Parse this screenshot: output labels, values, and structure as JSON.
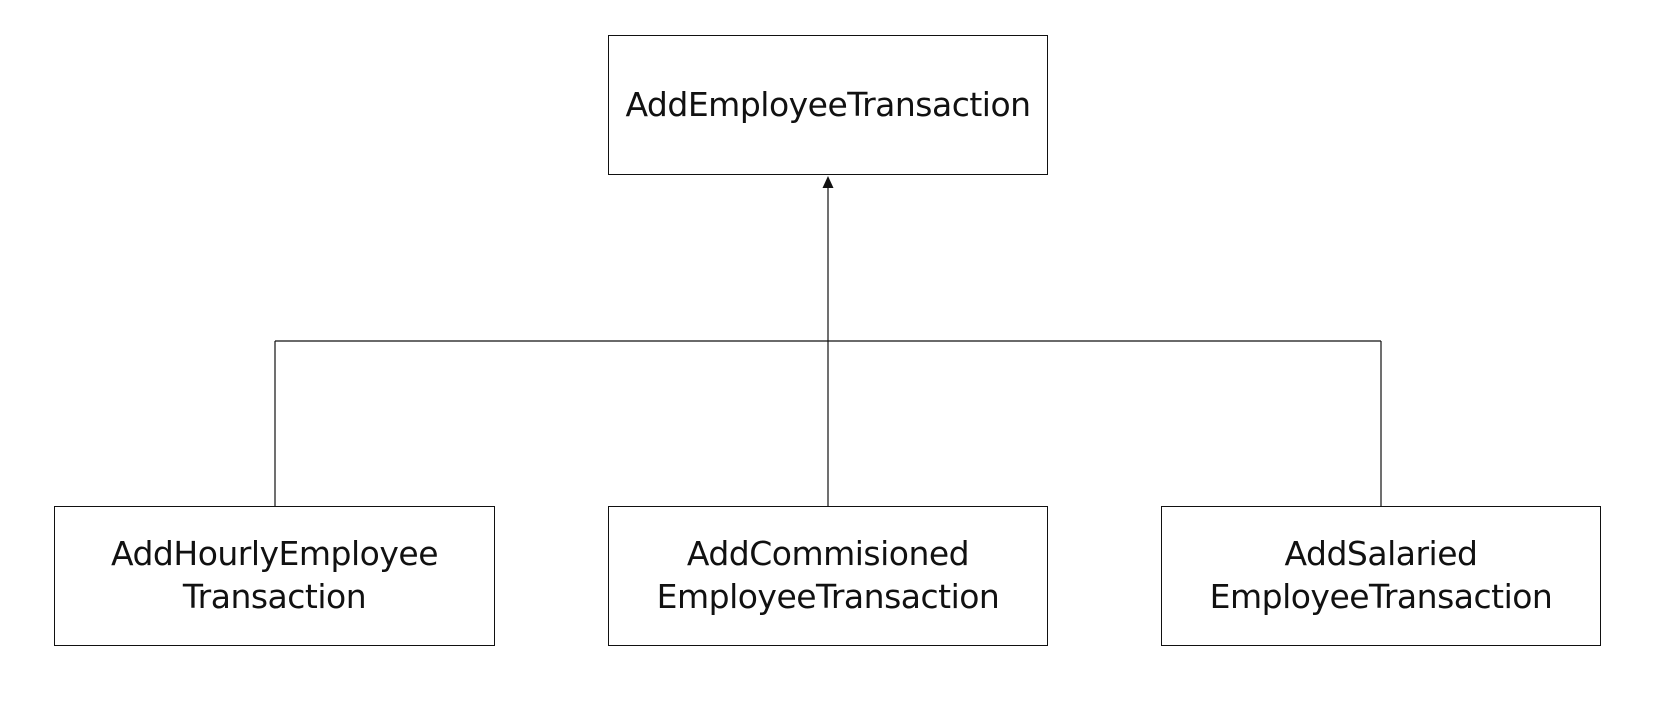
{
  "diagram": {
    "base_class": {
      "lines": [
        "AddEmployeeTransaction"
      ]
    },
    "subclasses": [
      {
        "lines": [
          "AddHourlyEmployee",
          "Transaction"
        ]
      },
      {
        "lines": [
          "AddCommisioned",
          "EmployeeTransaction"
        ]
      },
      {
        "lines": [
          "AddSalaried",
          "EmployeeTransaction"
        ]
      }
    ],
    "relationship": "inheritance",
    "line_color": "#111111"
  }
}
